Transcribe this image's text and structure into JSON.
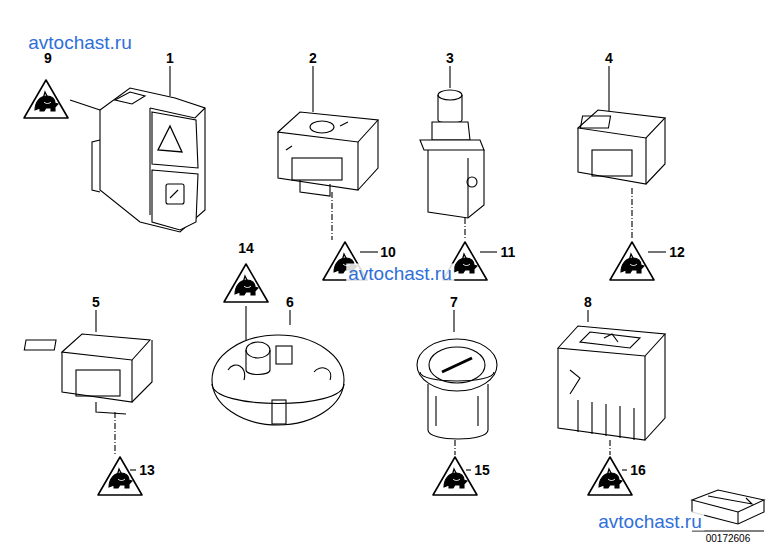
{
  "diagram": {
    "labels": [
      "avtochast.ru",
      "9",
      "1",
      "2",
      "3",
      "4",
      "10",
      "avtochast.ru",
      "11",
      "12",
      "14",
      "5",
      "6",
      "7",
      "8",
      "13",
      "15",
      "16",
      "avtochast.ru",
      "00172606"
    ]
  }
}
